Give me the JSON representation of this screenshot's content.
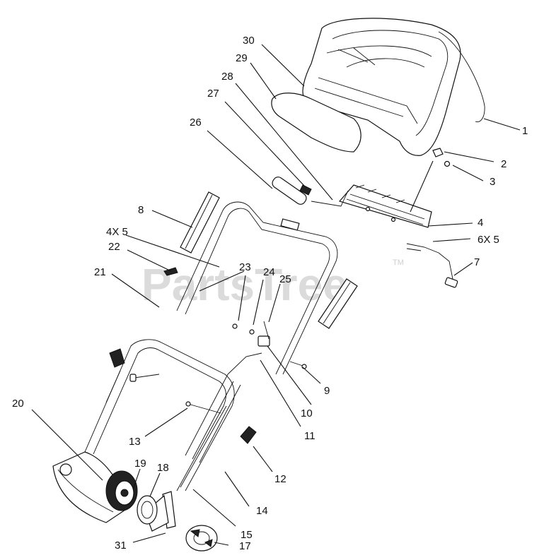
{
  "watermark": {
    "text": "PartsTree",
    "trademark": "TM"
  },
  "callouts": [
    {
      "id": "c1",
      "label": "1"
    },
    {
      "id": "c2",
      "label": "2"
    },
    {
      "id": "c3",
      "label": "3"
    },
    {
      "id": "c4",
      "label": "4"
    },
    {
      "id": "c6x5",
      "label": "6X 5"
    },
    {
      "id": "c7",
      "label": "7"
    },
    {
      "id": "c8",
      "label": "8"
    },
    {
      "id": "c4x5",
      "label": "4X 5"
    },
    {
      "id": "c22",
      "label": "22"
    },
    {
      "id": "c21",
      "label": "21"
    },
    {
      "id": "c23",
      "label": "23"
    },
    {
      "id": "c24",
      "label": "24"
    },
    {
      "id": "c25",
      "label": "25"
    },
    {
      "id": "c26",
      "label": "26"
    },
    {
      "id": "c27",
      "label": "27"
    },
    {
      "id": "c28",
      "label": "28"
    },
    {
      "id": "c29",
      "label": "29"
    },
    {
      "id": "c30",
      "label": "30"
    },
    {
      "id": "c9",
      "label": "9"
    },
    {
      "id": "c10",
      "label": "10"
    },
    {
      "id": "c11",
      "label": "11"
    },
    {
      "id": "c12",
      "label": "12"
    },
    {
      "id": "c13",
      "label": "13"
    },
    {
      "id": "c14",
      "label": "14"
    },
    {
      "id": "c15",
      "label": "15"
    },
    {
      "id": "c17",
      "label": "17"
    },
    {
      "id": "c18",
      "label": "18"
    },
    {
      "id": "c19",
      "label": "19"
    },
    {
      "id": "c20",
      "label": "20"
    },
    {
      "id": "c31",
      "label": "31"
    }
  ]
}
